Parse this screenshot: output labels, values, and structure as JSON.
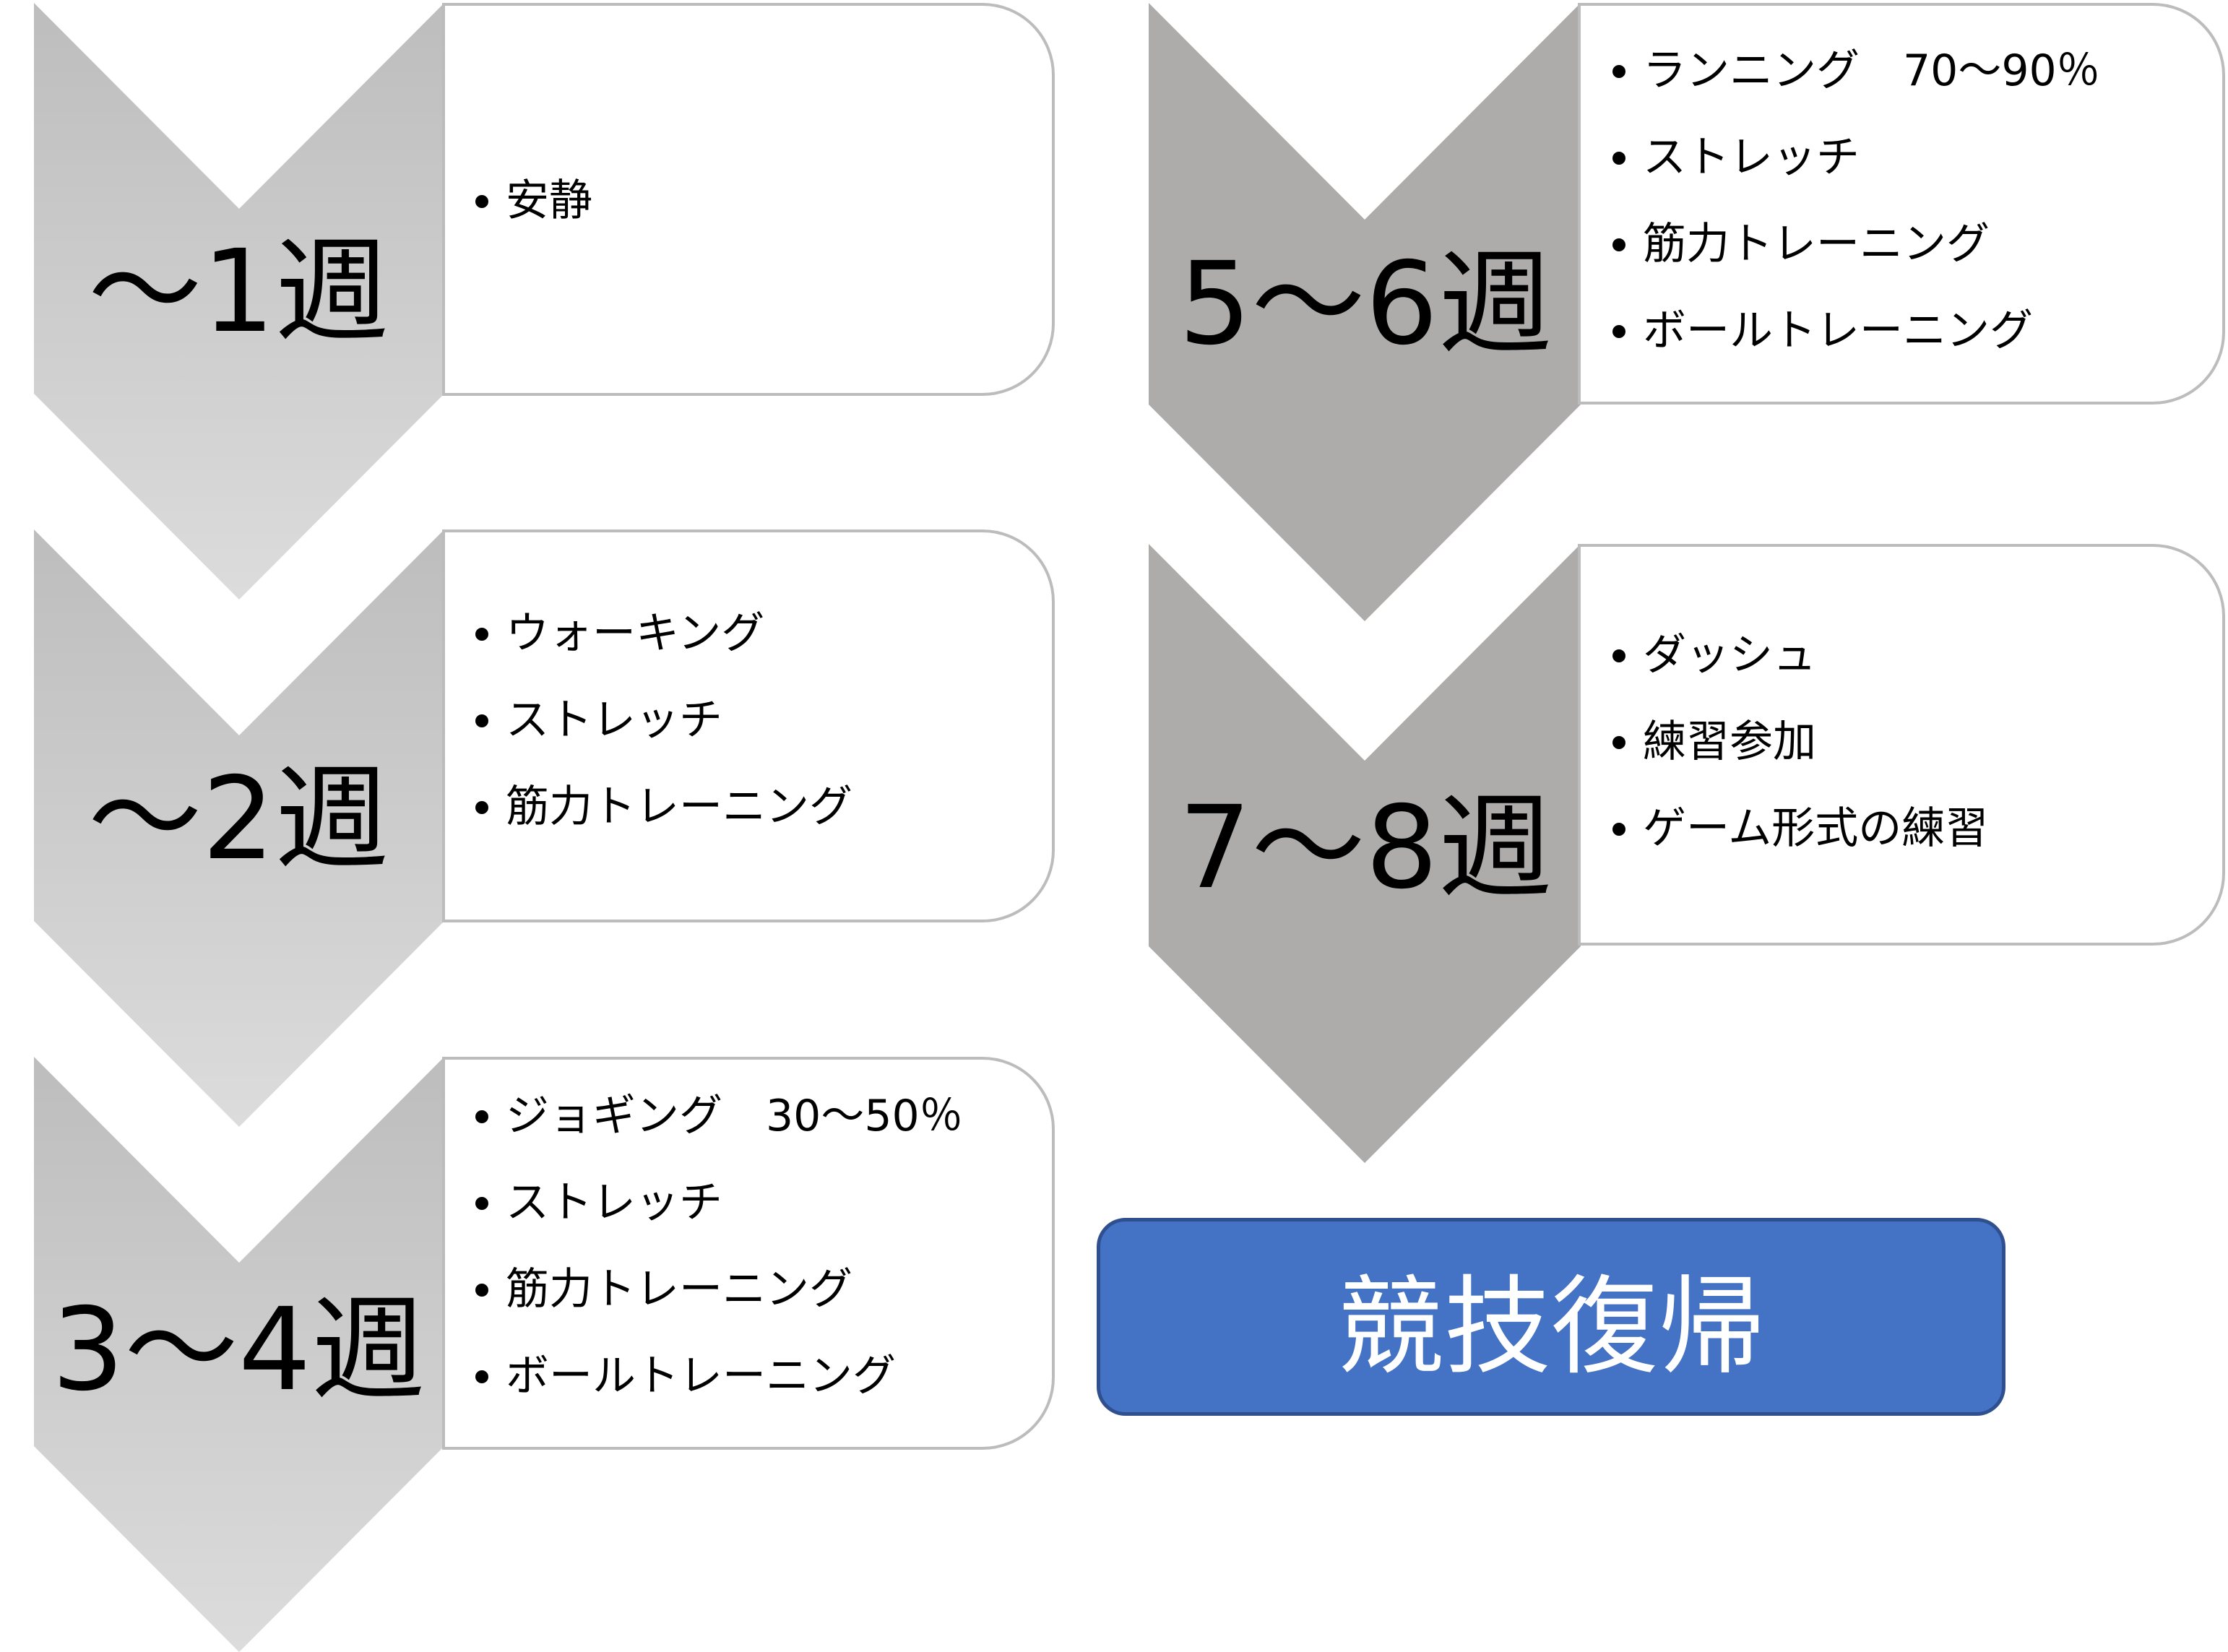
{
  "stages": [
    {
      "label": "〜1週",
      "items": [
        "安静"
      ],
      "fill": "light"
    },
    {
      "label": "〜2週",
      "items": [
        "ウォーキング",
        "ストレッチ",
        "筋力トレーニング"
      ],
      "fill": "light"
    },
    {
      "label": "3〜4週",
      "items": [
        "ジョギング　30〜50％",
        "ストレッチ",
        "筋力トレーニング",
        "ボールトレーニング"
      ],
      "fill": "light"
    },
    {
      "label": "5〜6週",
      "items": [
        "ランニング　70〜90％",
        "ストレッチ",
        "筋力トレーニング",
        "ボールトレーニング"
      ],
      "fill": "dark"
    },
    {
      "label": "7〜8週",
      "items": [
        "ダッシュ",
        "練習参加",
        "ゲーム形式の練習"
      ],
      "fill": "dark"
    }
  ],
  "final": {
    "label": "競技復帰"
  },
  "colors": {
    "chevron_light_top": "#bdbdbd",
    "chevron_light_bottom": "#d9d9d9",
    "chevron_dark": "#aeabab",
    "box_border": "#bcbcbc",
    "final_fill": "#4472c4",
    "final_border": "#2f4f8f"
  }
}
